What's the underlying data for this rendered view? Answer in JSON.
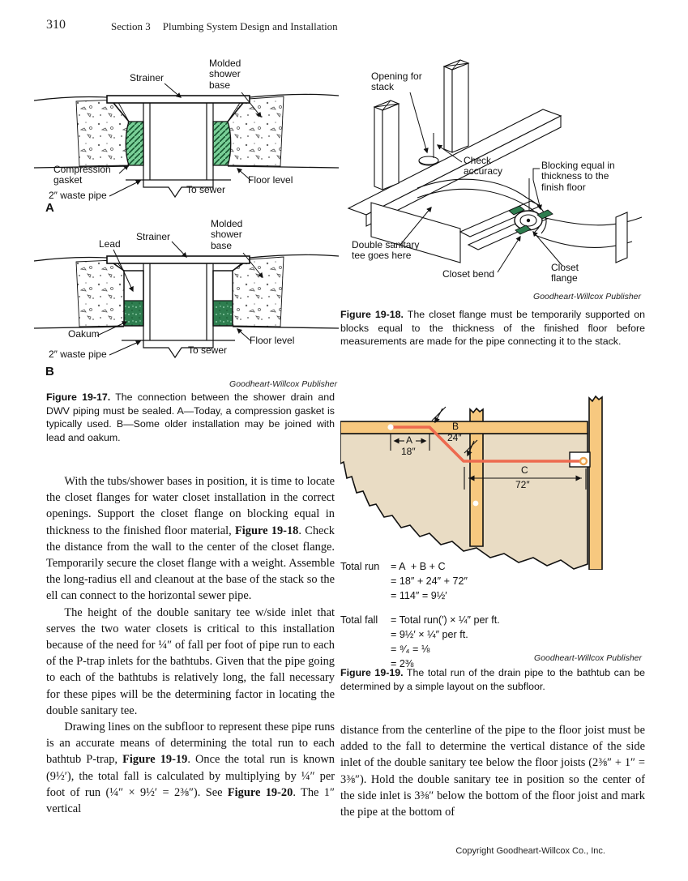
{
  "page": {
    "number": "310",
    "section": "Section 3",
    "title": "Plumbing System Design and Installation",
    "footer": "Copyright Goodheart-Willcox Co., Inc."
  },
  "colors": {
    "gasket_green": "#79cf97",
    "oakum_green": "#2e7d4f",
    "blocking_green": "#2e7d4f",
    "wood": "#f7c87f",
    "subfloor_tan": "#e9dcc4",
    "pipe_red": "#ed6a4f"
  },
  "fig17": {
    "a": {
      "letter": "A",
      "strainer": "Strainer",
      "molded": "Molded shower base",
      "gasket": "Compression gasket",
      "waste": "2″ waste pipe",
      "sewer": "To sewer",
      "floor": "Floor level"
    },
    "b": {
      "letter": "B",
      "lead": "Lead",
      "strainer": "Strainer",
      "molded": "Molded shower base",
      "oakum": "Oakum",
      "waste": "2″ waste pipe",
      "sewer": "To sewer",
      "floor": "Floor level"
    },
    "credit": "Goodheart-Willcox Publisher",
    "caption_label": "Figure 19-17.",
    "caption_text": "The connection between the shower drain and DWV piping must be sealed. A—Today, a compression gasket is typically used. B—Some older installation may be joined with lead and oakum."
  },
  "fig18": {
    "opening": "Opening for stack",
    "check": "Check accuracy",
    "blocking": "Blocking equal in thickness to the finish floor",
    "tee": "Double sanitary tee goes here",
    "bend": "Closet bend",
    "flange": "Closet flange",
    "credit": "Goodheart-Willcox Publisher",
    "caption_label": "Figure 19-18.",
    "caption_text": "The closet flange must be temporarily supported on blocks equal to the thickness of the finished floor before measurements are made for the pipe connecting it to the stack."
  },
  "fig19": {
    "dim_a": "A",
    "dim_a_val": "18″",
    "dim_b": "B",
    "dim_b_val": "24″",
    "dim_c": "C",
    "dim_c_val": "72″",
    "run_label": "Total run",
    "run_lines": [
      "= A  + B + C",
      "= 18″ + 24″ + 72″",
      "= 114″ = 9½′"
    ],
    "fall_label": "Total fall",
    "fall_lines": [
      "= Total run(′) × ¼″ per ft.",
      "= 9½′ × ¼″ per ft.",
      "= ⁹⁄₄ = ⅛",
      "= 2⅜"
    ],
    "credit": "Goodheart-Willcox Publisher",
    "caption_label": "Figure 19-19.",
    "caption_text": "The total run of the drain pipe to the bathtub can be determined by a simple layout on the subfloor."
  },
  "body_left": {
    "p1": [
      {
        "t": "With the tubs/shower bases in position, it is time to locate the closet flanges for water closet installation in the correct openings. Support the closet flange on blocking equal in thickness to the finished floor material, "
      },
      {
        "t": "Figure 19-18",
        "b": true
      },
      {
        "t": ". Check the distance from the wall to the center of the closet flange. Temporarily secure the closet flange with a weight. Assemble the long-radius ell and cleanout at the base of the stack so the ell can connect to the horizontal sewer pipe."
      }
    ],
    "p2": [
      {
        "t": "The height of the double sanitary tee w/side inlet that serves the two water closets is critical to this installation because of the need for ¼″ of fall per foot of pipe run to each of the P-trap inlets for the bathtubs. Given that the pipe going to each of the bathtubs is relatively long, the fall necessary for these pipes will be the determining factor in locating the double sanitary tee."
      }
    ],
    "p3": [
      {
        "t": "Drawing lines on the subfloor to represent these pipe runs is an accurate means of determining the total run to each bathtub P-trap, "
      },
      {
        "t": "Figure 19-19",
        "b": true
      },
      {
        "t": ". Once the total run is known (9½′), the total fall is calculated by multiplying by ¼″ per foot of run (¼″ × 9½′ = 2⅜″). See "
      },
      {
        "t": "Figure 19-20",
        "b": true
      },
      {
        "t": ". The 1″ vertical"
      }
    ]
  },
  "body_right": {
    "p1": [
      {
        "t": "distance from the centerline of the pipe to the floor joist must be added to the fall to determine the vertical distance of the side inlet of the double sanitary tee below the floor joists (2⅜″ + 1″ = 3⅜″). Hold the double sanitary tee in position so the center of the side inlet is 3⅜″ below the bottom of the floor joist and mark the pipe at the bottom of"
      }
    ]
  }
}
